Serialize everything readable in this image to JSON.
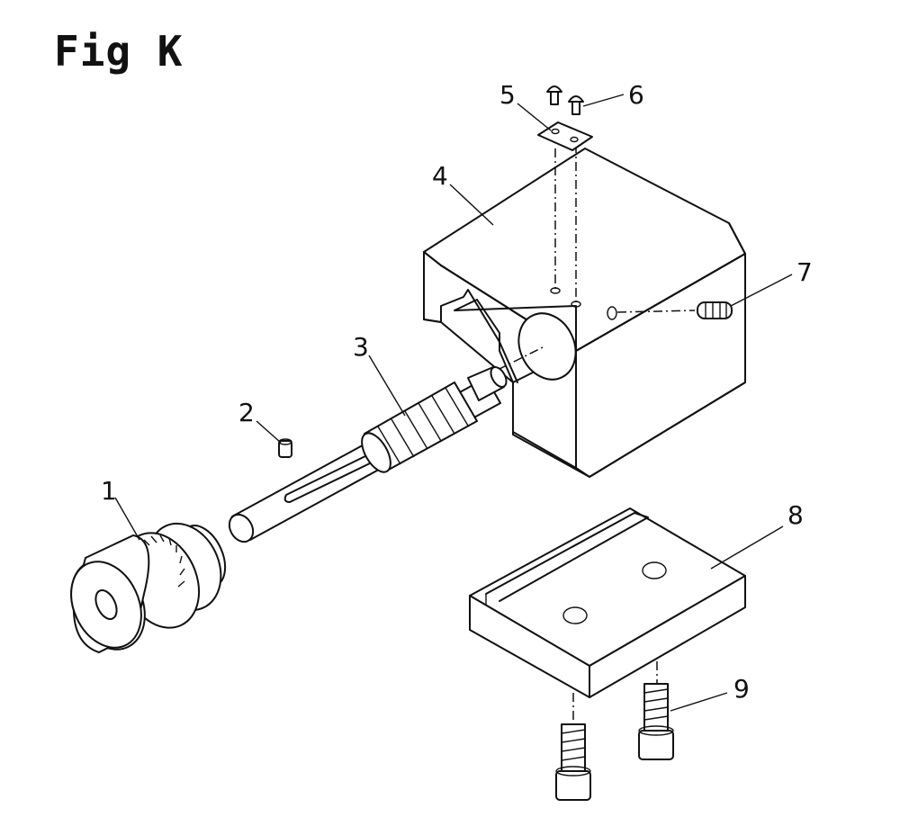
{
  "figure": {
    "title": "Fig K",
    "parts": [
      {
        "label": "1"
      },
      {
        "label": "2"
      },
      {
        "label": "3"
      },
      {
        "label": "4"
      },
      {
        "label": "5"
      },
      {
        "label": "6"
      },
      {
        "label": "7"
      },
      {
        "label": "8"
      },
      {
        "label": "9"
      }
    ]
  }
}
